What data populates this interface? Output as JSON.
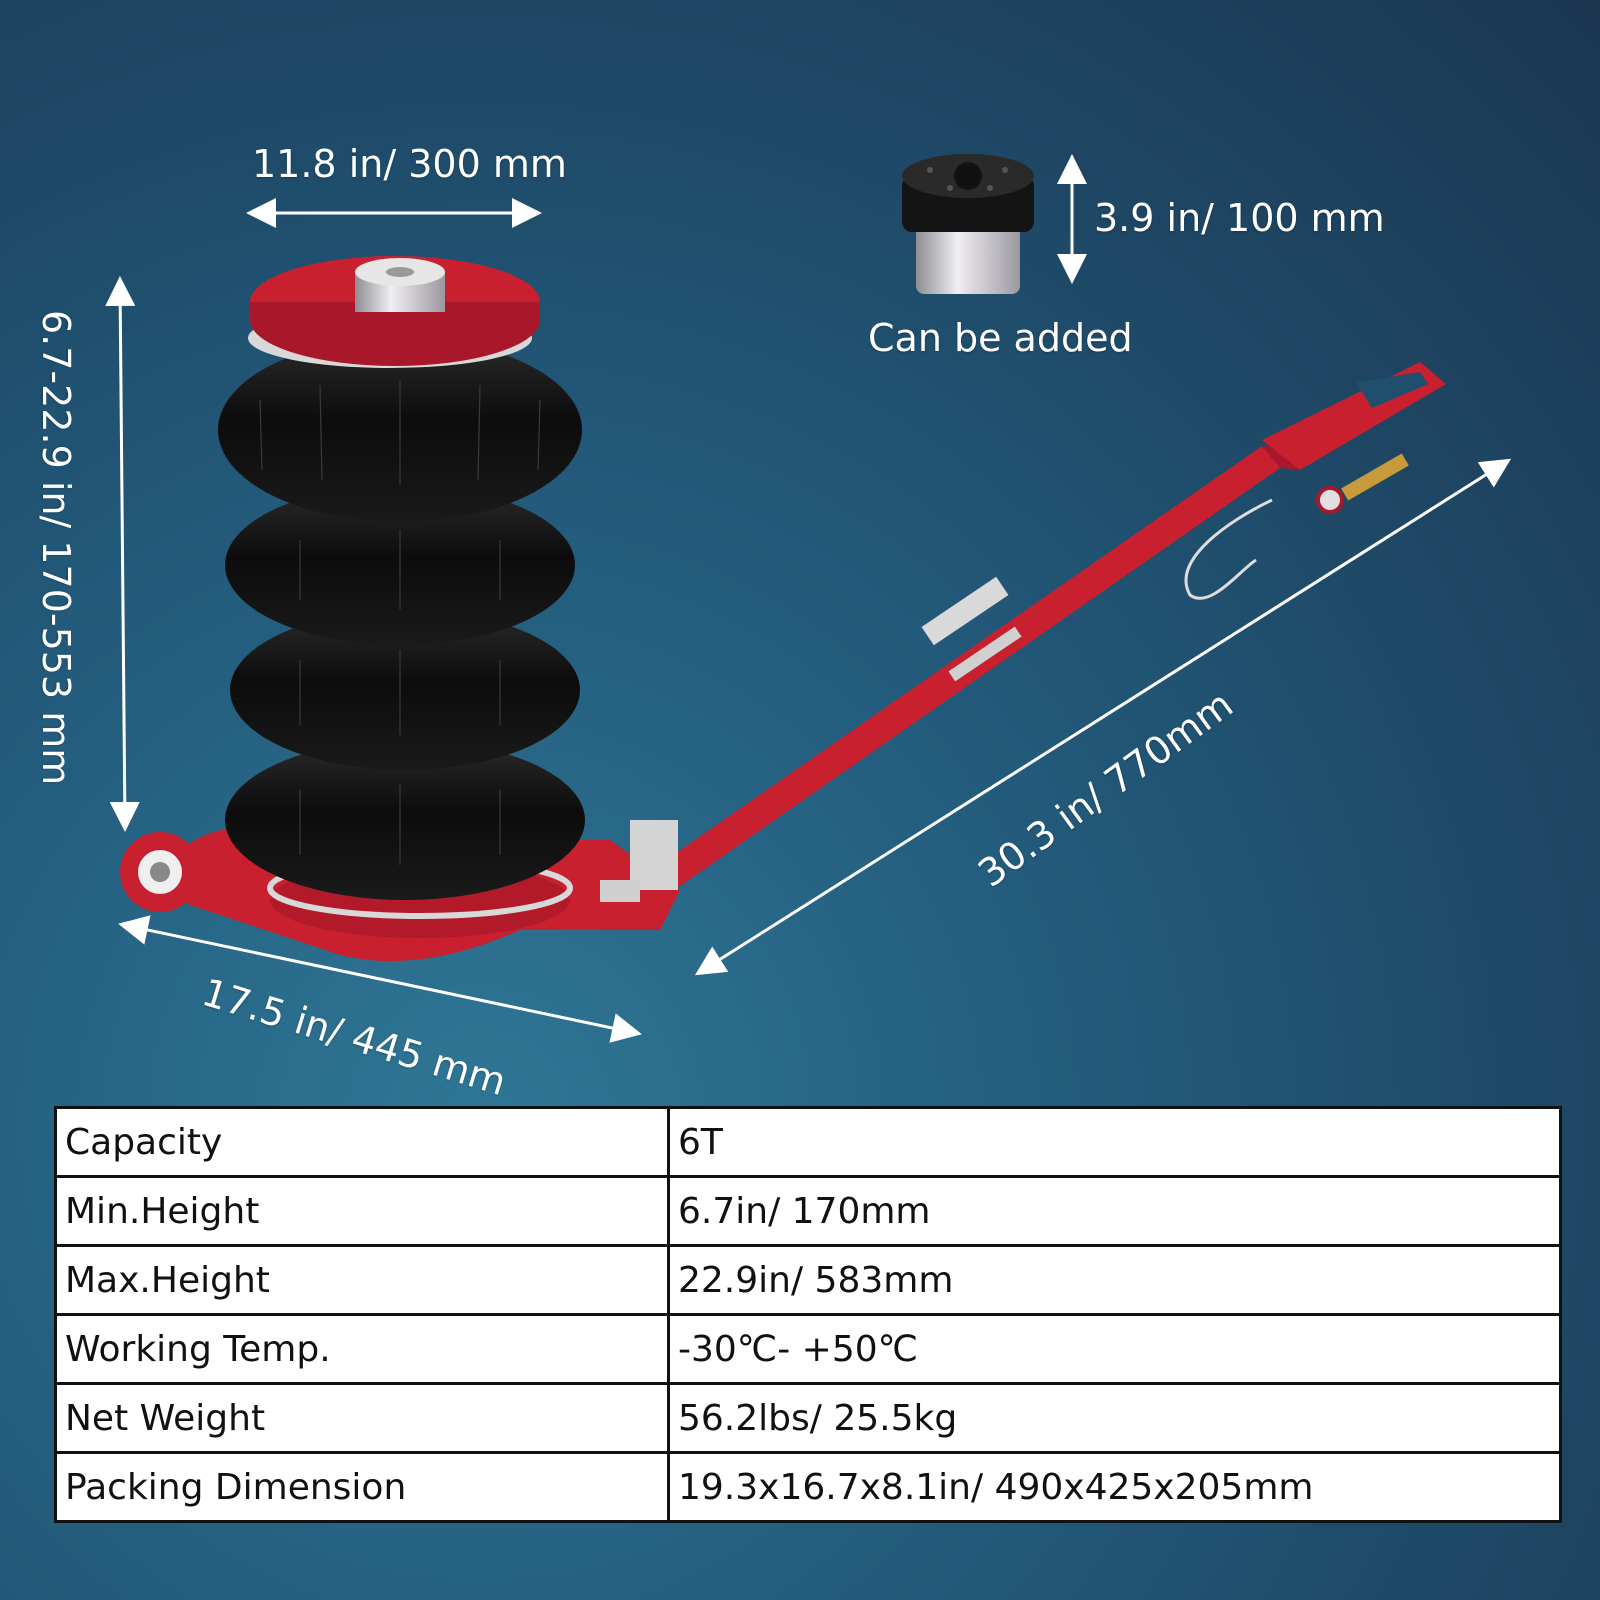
{
  "dimensions": {
    "top_width": "11.8 in/ 300 mm",
    "pad_height": "3.9 in/ 100 mm",
    "pad_caption": "Can be added",
    "height_range": "6.7-22.9 in/ 170-553 mm",
    "base_length": "17.5 in/ 445 mm",
    "handle_length": "30.3 in/ 770mm"
  },
  "specs": [
    {
      "label": "Capacity",
      "value": "6T"
    },
    {
      "label": "Min.Height",
      "value": "6.7in/ 170mm"
    },
    {
      "label": "Max.Height",
      "value": "22.9in/ 583mm"
    },
    {
      "label": "Working Temp.",
      "value": "-30℃- +50℃"
    },
    {
      "label": "Net Weight",
      "value": "56.2lbs/ 25.5kg"
    },
    {
      "label": "Packing Dimension",
      "value": "19.3x16.7x8.1in/ 490x425x205mm"
    }
  ],
  "colors": {
    "jack_red": "#c8202f",
    "bellows_black": "#111111",
    "background": "#245d7e"
  },
  "icons": [
    "air-jack-illustration",
    "rubber-pad-illustration",
    "dimension-arrows"
  ]
}
